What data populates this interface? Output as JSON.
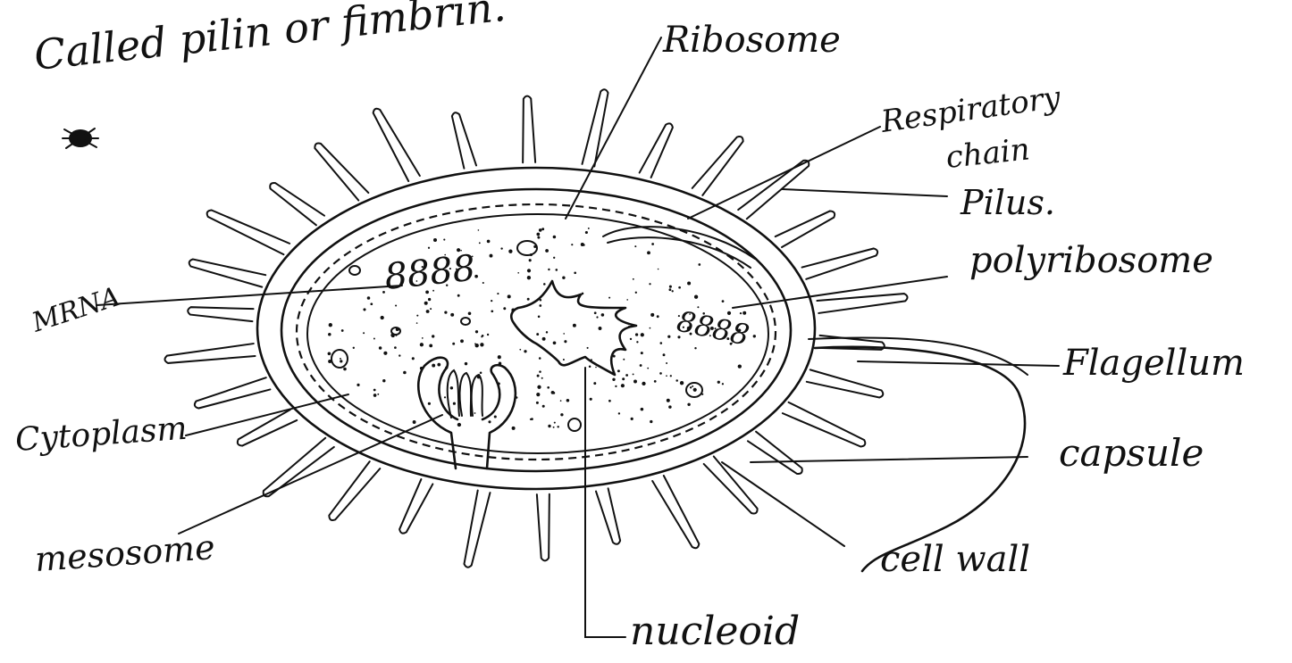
{
  "header": {
    "line1": "Called pilin or fimbrin."
  },
  "labels": {
    "ribosome": "Ribosome",
    "respiratory_chain_line1": "Respiratory",
    "respiratory_chain_line2": "chain",
    "pilus": "Pilus.",
    "polyribosome": "polyribosome",
    "mrna": "MRNA",
    "flagellum": "Flagellum",
    "cytoplasm": "Cytoplasm",
    "capsule": "capsule",
    "mesosome": "mesosome",
    "cell_wall": "cell wall",
    "nucleoid": "nucleoid"
  },
  "colors": {
    "ink": "#111111",
    "paper": "#ffffff"
  }
}
